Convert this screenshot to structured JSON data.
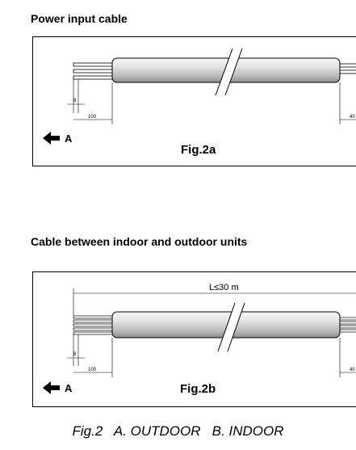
{
  "headings": {
    "power": "Power input cable",
    "between": "Cable between indoor and outdoor units"
  },
  "fig2a": {
    "label": "Fig.2a",
    "arrow_label": "A",
    "dim_left": "100",
    "dim_strip": "8",
    "dim_right": "40"
  },
  "fig2b": {
    "label": "Fig.2b",
    "arrow_label": "A",
    "dim_left": "100",
    "dim_strip": "8",
    "dim_right": "40",
    "length_label": "L≤30 m"
  },
  "caption": "Fig.2   A. OUTDOOR   B. INDOOR",
  "colors": {
    "cable_light": "#f2f2f2",
    "cable_mid": "#bdbdbd",
    "cable_dark": "#8a8a8a",
    "line": "#000000"
  },
  "icons": {
    "arrow": "arrow-left-icon",
    "break": "cable-break-icon"
  }
}
